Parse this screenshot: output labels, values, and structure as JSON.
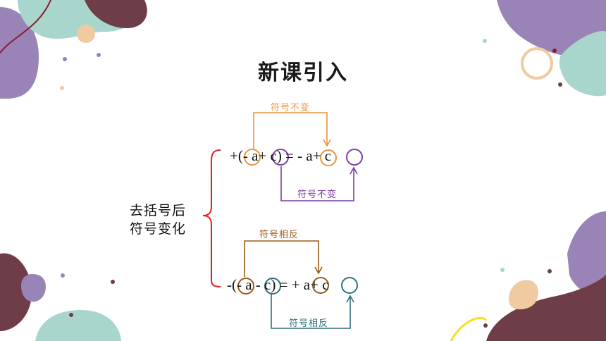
{
  "slide": {
    "title": "新课引入",
    "side_label": {
      "line1": "去括号后",
      "line2": "符号变化"
    },
    "formula_1": {
      "text": "+(- a+ c) = - a+ c",
      "note_top": "符号不变",
      "note_bottom": "符号不变"
    },
    "formula_2": {
      "text": "-(- a - c) = + a+ c",
      "note_top": "符号相反",
      "note_bottom": "符号相反"
    }
  },
  "colors": {
    "orange": "#e9953f",
    "purple": "#7a3fa3",
    "brown": "#9b5a16",
    "teal": "#2f6f7d",
    "brace": "#e02020",
    "blob_purple": "#9a84b7",
    "blob_maroon": "#6e3d47",
    "blob_mint": "#a8d5cc",
    "blob_peach": "#f0caa0",
    "yellow": "#f3e21d"
  }
}
